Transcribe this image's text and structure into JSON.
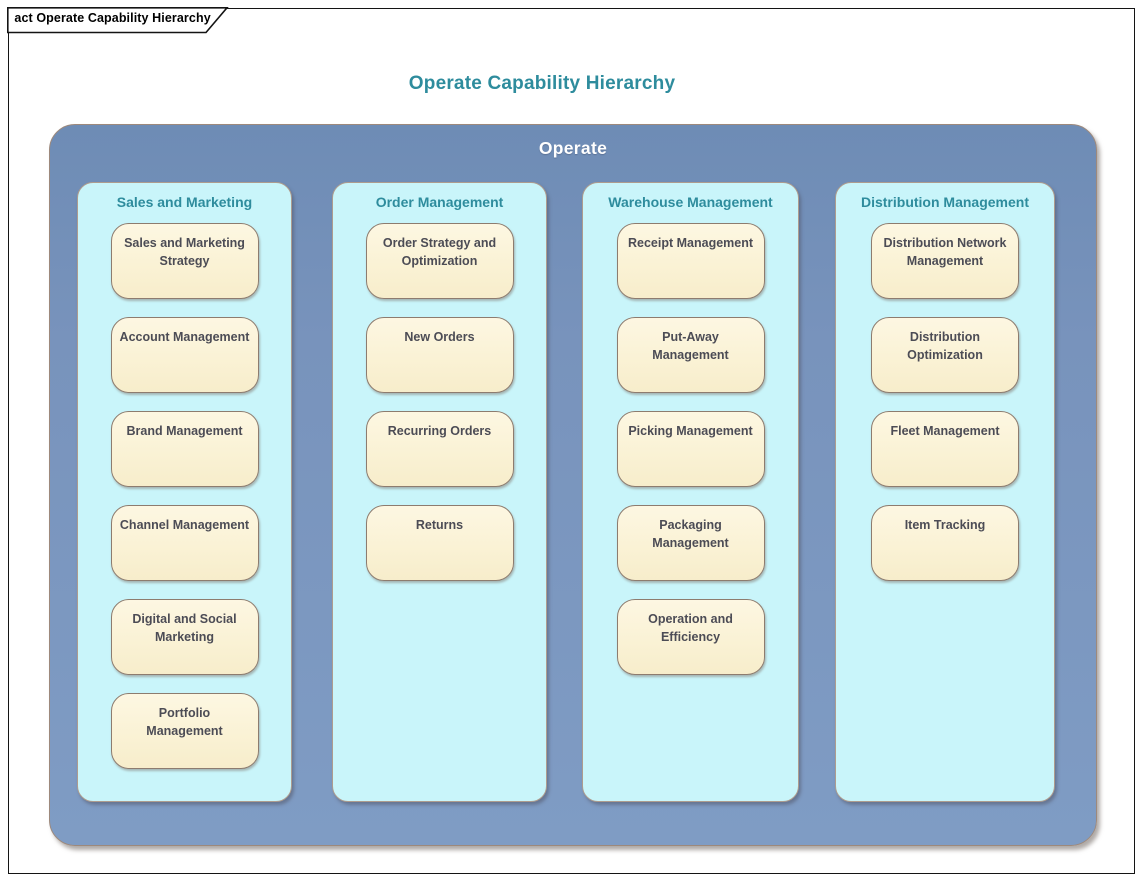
{
  "frame": {
    "tab_label": "act Operate Capability Hierarchy"
  },
  "title": "Operate Capability Hierarchy",
  "container": {
    "label": "Operate"
  },
  "columns": [
    {
      "header": "Sales and Marketing",
      "items": [
        "Sales and Marketing Strategy",
        "Account Management",
        "Brand Management",
        "Channel Management",
        "Digital and Social Marketing",
        "Portfolio Management"
      ]
    },
    {
      "header": "Order Management",
      "items": [
        "Order Strategy and Optimization",
        "New Orders",
        "Recurring Orders",
        "Returns"
      ]
    },
    {
      "header": "Warehouse Management",
      "items": [
        "Receipt Management",
        "Put-Away Management",
        "Picking Management",
        "Packaging Management",
        "Operation and Efficiency"
      ]
    },
    {
      "header": "Distribution Management",
      "items": [
        "Distribution Network Management",
        "Distribution Optimization",
        "Fleet Management",
        "Item Tracking"
      ]
    }
  ],
  "colors": {
    "title_teal": "#2E8C9D",
    "container_blue": "#7894BD",
    "column_cyan": "#C9F5FA",
    "box_cream": "#FAF2D5",
    "box_border": "#8D7C6F",
    "box_text": "#4C4C55",
    "container_label_text": "#FFFFFF",
    "frame_border": "#141414"
  }
}
